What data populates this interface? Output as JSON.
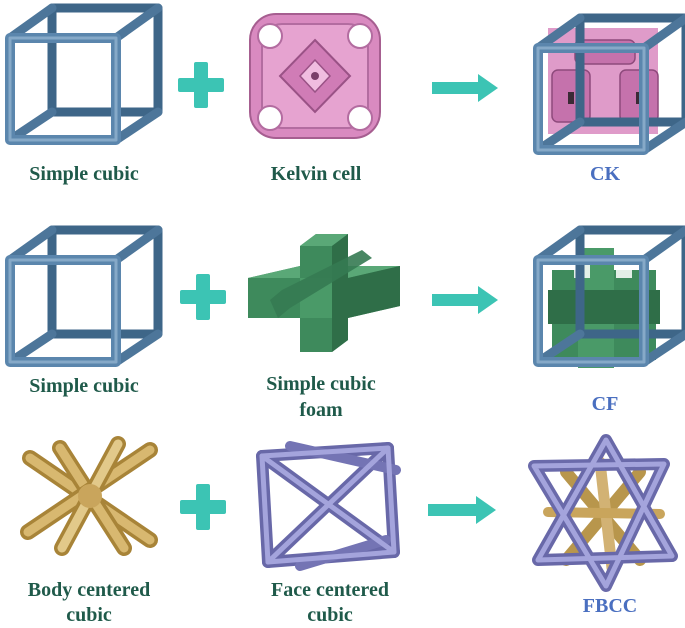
{
  "rows": [
    {
      "left_label": "Simple cubic",
      "middle_label": "Kelvin cell",
      "result_label": "CK"
    },
    {
      "left_label": "Simple cubic",
      "middle_label_line1": "Simple cubic",
      "middle_label_line2": "foam",
      "result_label": "CF"
    },
    {
      "left_label_line1": "Body centered",
      "left_label_line2": "cubic",
      "middle_label_line1": "Face centered",
      "middle_label_line2": "cubic",
      "result_label": "FBCC"
    }
  ],
  "colors": {
    "frame_blue": "#5b86ad",
    "frame_dark": "#3e6688",
    "kelvin_pink": "#d98ac0",
    "foam_green": "#3e8a5c",
    "bcc_gold": "#c9a55c",
    "fcc_purple": "#8c8ccc",
    "operator_teal": "#3cc4b4",
    "label_green": "#1f5a4a",
    "result_blue": "#4a6fc0"
  },
  "icons": [
    "cube-frame-icon",
    "kelvin-cell-icon",
    "foam-cross-icon",
    "bcc-struts-icon",
    "fcc-frame-icon",
    "plus-icon",
    "arrow-right-icon"
  ]
}
